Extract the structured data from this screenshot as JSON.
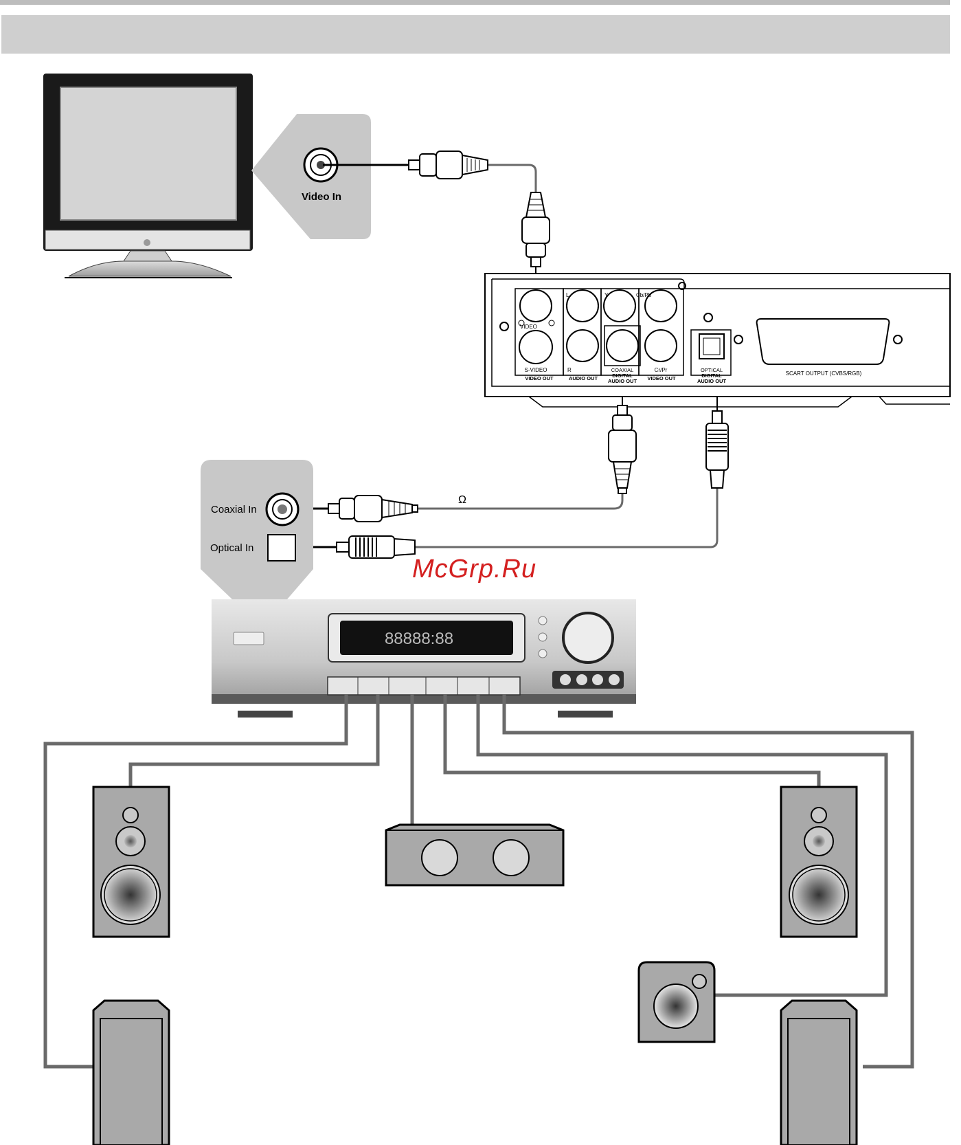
{
  "tv_panel": {
    "video_in_label": "Video In"
  },
  "dvd_panel": {
    "labels": {
      "l": "L",
      "r": "R",
      "y": "Y",
      "cb_pb": "Cb/Pb",
      "cr_pr": "Cr/Pr",
      "video": "VIDEO",
      "s_video": "S-VIDEO",
      "video_out_1": "VIDEO OUT",
      "audio_out": "AUDIO OUT",
      "coaxial_1": "COAXIAL",
      "coaxial_2": "DIGITAL",
      "coaxial_3": "AUDIO OUT",
      "video_out_2": "VIDEO OUT",
      "optical_1": "OPTICAL",
      "optical_2": "DIGITAL",
      "optical_3": "AUDIO OUT",
      "scart": "SCART OUTPUT (CVBS/RGB)"
    }
  },
  "receiver_panel": {
    "coaxial_in_label": "Coaxial In",
    "optical_in_label": "Optical In",
    "display_text": "88888:88"
  },
  "cable_labels": {
    "omega": "Ω"
  },
  "watermark": "McGrp.Ru",
  "colors": {
    "header_bar": "#cfcfcf",
    "panel_gray": "#c8c8c8",
    "cable": "#6a6a6a",
    "speaker": "#a9a9a9",
    "watermark": "#d42020"
  }
}
